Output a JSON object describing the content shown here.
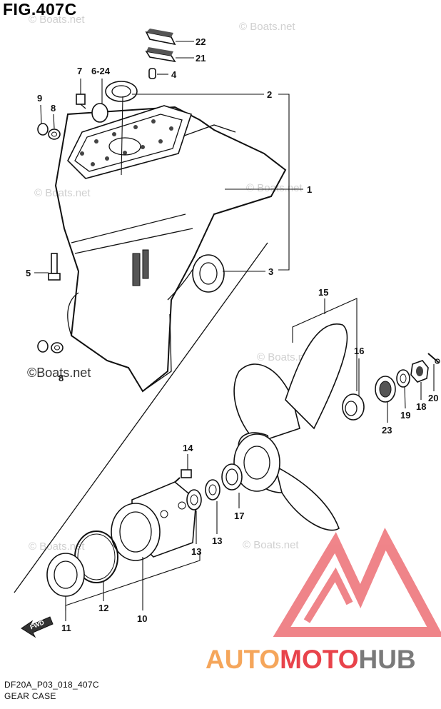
{
  "figure": {
    "title": "FIG.407C",
    "code": "DF20A_P03_018_407C",
    "caption": "GEAR CASE"
  },
  "watermarks": {
    "site": "© Boats.net",
    "site_dark": "©Boats.net"
  },
  "brand": {
    "part1": "AUTO",
    "part2": "MOTO",
    "part3": "HUB",
    "color_orange": "#f5a65b",
    "color_red": "#e8434b",
    "color_gray": "#7a7a7a"
  },
  "fwd_label": "FWD",
  "parts": [
    "22",
    "21",
    "4",
    "2",
    "7",
    "6-24",
    "9",
    "8",
    "1",
    "5",
    "3",
    "8",
    "15",
    "16",
    "14",
    "17",
    "13",
    "13",
    "12",
    "11",
    "10",
    "23",
    "19",
    "18",
    "20"
  ]
}
